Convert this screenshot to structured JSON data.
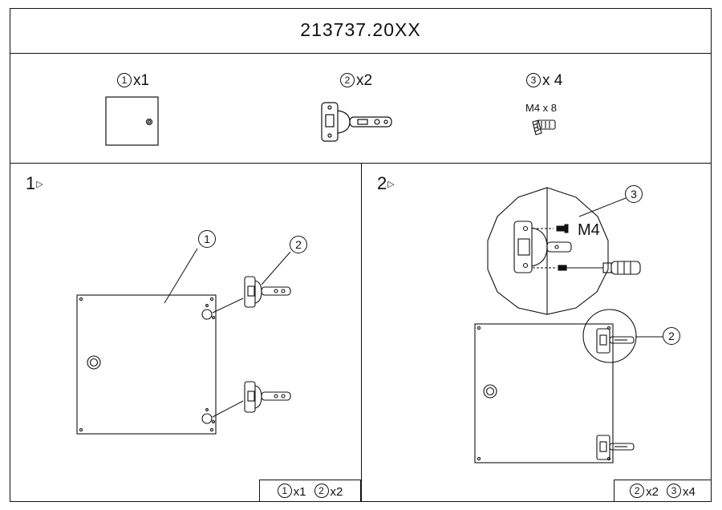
{
  "header": {
    "title": "213737.20XX"
  },
  "parts": [
    {
      "num": "1",
      "qty": "x1"
    },
    {
      "num": "2",
      "qty": "x2"
    },
    {
      "num": "3",
      "qty": "x 4",
      "spec": "M4 x 8"
    }
  ],
  "steps": [
    {
      "number": "1",
      "marker": "▷",
      "callouts": [
        "1",
        "2"
      ],
      "counts": [
        {
          "num": "1",
          "qty": "x1"
        },
        {
          "num": "2",
          "qty": "x2"
        }
      ]
    },
    {
      "number": "2",
      "marker": "▷",
      "callouts": [
        "3",
        "2"
      ],
      "screw_label": "M4",
      "counts": [
        {
          "num": "2",
          "qty": "x2"
        },
        {
          "num": "3",
          "qty": "x4"
        }
      ]
    }
  ]
}
